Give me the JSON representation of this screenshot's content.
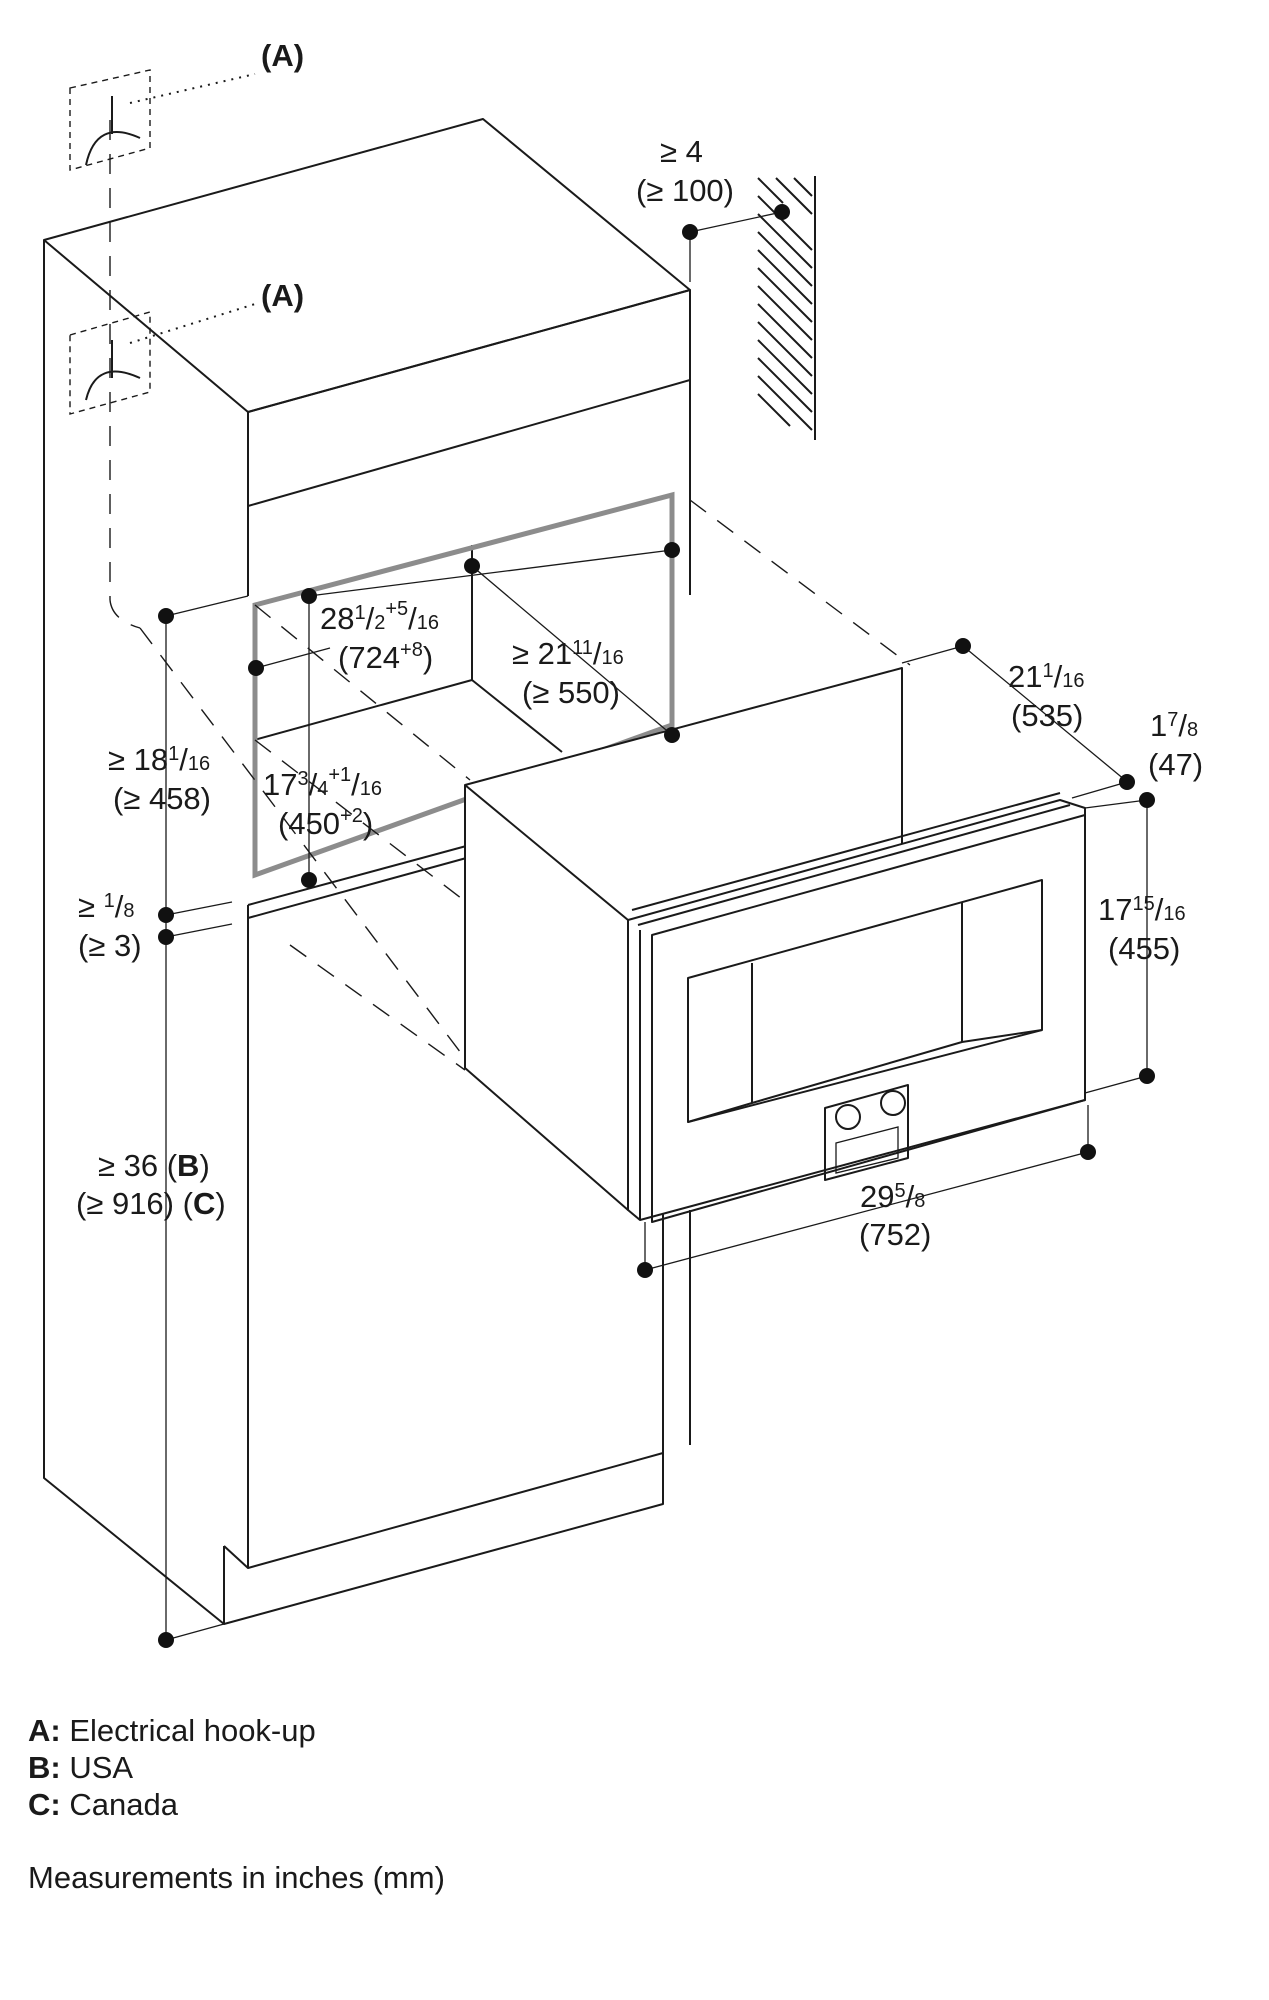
{
  "diagram": {
    "callouts": {
      "hookup_top": "(A)",
      "hookup_mid": "(A)"
    },
    "dimensions": {
      "rear_clearance": {
        "in": "≥ 4",
        "mm": "(≥ 100)"
      },
      "niche_width": {
        "in_whole": "28",
        "in_frac_num": "1",
        "in_frac_den": "2",
        "in_tol_num": "+5",
        "in_tol_den": "16",
        "mm": "(724",
        "mm_tol": "+8",
        "mm_close": ")"
      },
      "niche_depth": {
        "in_prefix": "≥ 21",
        "in_frac_num": "11",
        "in_frac_den": "16",
        "mm": "(≥ 550)"
      },
      "upper_height": {
        "in_prefix": "≥ 18",
        "in_frac_num": "1",
        "in_frac_den": "16",
        "mm": "(≥ 458)"
      },
      "niche_height": {
        "in_whole": "17",
        "in_frac_num": "3",
        "in_frac_den": "4",
        "in_tol_num": "+1",
        "in_tol_den": "16",
        "mm": "(450",
        "mm_tol": "+2",
        "mm_close": ")"
      },
      "gap": {
        "in_prefix": "≥ ",
        "in_frac_num": "1",
        "in_frac_den": "8",
        "mm": "(≥ 3)"
      },
      "floor_height": {
        "in": "≥ 36 (",
        "in_key": "B",
        "in_close": ")",
        "mm": "(≥ 916) (",
        "mm_key": "C",
        "mm_close": ")"
      },
      "appliance_depth": {
        "in_whole": "21",
        "in_frac_num": "1",
        "in_frac_den": "16",
        "mm": "(535)"
      },
      "front_depth": {
        "in_whole": "1",
        "in_frac_num": "7",
        "in_frac_den": "8",
        "mm": "(47)"
      },
      "appliance_height": {
        "in_whole": "17",
        "in_frac_num": "15",
        "in_frac_den": "16",
        "mm": "(455)"
      },
      "appliance_width": {
        "in_whole": "29",
        "in_frac_num": "5",
        "in_frac_den": "8",
        "mm": "(752)"
      }
    }
  },
  "legend": [
    {
      "key": "A:",
      "label": "Electrical hook-up"
    },
    {
      "key": "B:",
      "label": "USA"
    },
    {
      "key": "C:",
      "label": "Canada"
    }
  ],
  "note": "Measurements in inches (mm)"
}
